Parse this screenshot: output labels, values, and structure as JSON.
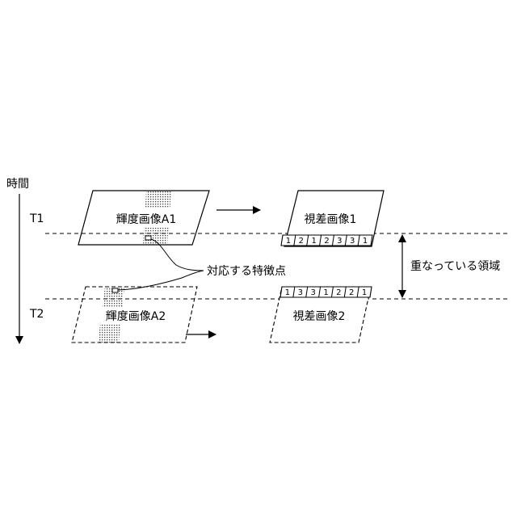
{
  "labels": {
    "time_axis": "時間",
    "t1": "T1",
    "t2": "T2",
    "luminance_image_a1": "輝度画像A1",
    "luminance_image_a2": "輝度画像A2",
    "disparity_image_1": "視差画像1",
    "disparity_image_2": "視差画像2",
    "feature_point": "対応する特徴点",
    "overlap_region": "重なっている領域"
  },
  "disparity_row_1": [
    "1",
    "2",
    "1",
    "2",
    "3",
    "3",
    "1"
  ],
  "disparity_row_2": [
    "1",
    "3",
    "3",
    "1",
    "2",
    "2",
    "1"
  ]
}
